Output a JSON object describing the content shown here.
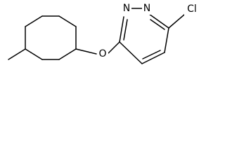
{
  "structure": {
    "atoms": {
      "chlorine": "Cl",
      "nitrogen_1": "N",
      "nitrogen_2": "N",
      "oxygen": "O"
    },
    "colors": {
      "bond": "#000000",
      "background": "#ffffff"
    }
  }
}
